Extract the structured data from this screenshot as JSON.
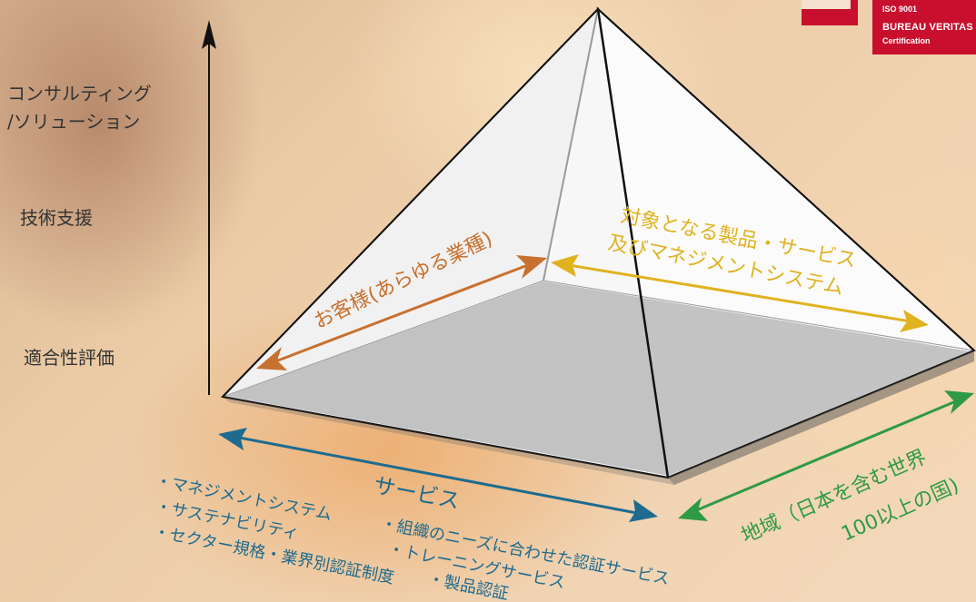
{
  "axis_levels": [
    "コンサルティング\n/ソリューション",
    "技術支援",
    "適合性評価"
  ],
  "certification": {
    "iso": "ISO 9001",
    "name": "BUREAU VERITAS",
    "sub": "Certification"
  },
  "pyramid": {
    "customers_label": "お客様(あらゆる業種)",
    "objects_line1": "対象となる製品・サービス",
    "objects_line2": "及びマネジメントシステム"
  },
  "services": {
    "title": "サービス",
    "left_items": [
      "・マネジメントシステム",
      "・サステナビリティ",
      "・セクター規格・業界別認証制度"
    ],
    "right_items": [
      "・組織のニーズに合わせた認証サービス",
      "・トレーニングサービス",
      "・製品認証"
    ]
  },
  "region": {
    "line1": "地域（日本を含む世界",
    "line2": "100以上の国)"
  },
  "colors": {
    "orange": "#c8702f",
    "gold": "#e0b220",
    "blue": "#1e6b8f",
    "green": "#2f9a45",
    "brand_red": "#c8102e"
  }
}
